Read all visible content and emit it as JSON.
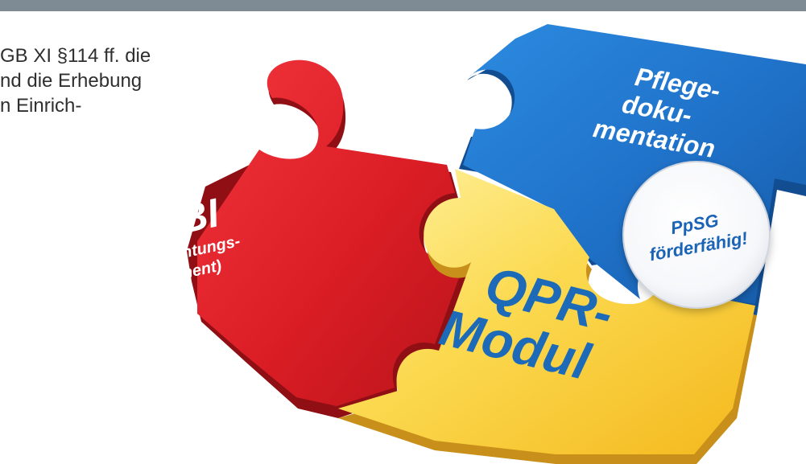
{
  "intro_text": {
    "line1": "GB XI §114 ff. die",
    "line2": "nd die Erhebung",
    "line3": "n Einrich-"
  },
  "pieces": {
    "bi": {
      "title": "BI",
      "subtitle_line1": "(Begutachtungs-",
      "subtitle_line2": "instrument)"
    },
    "pflege": {
      "line1": "Pflege-",
      "line2": "doku-",
      "line3": "mentation"
    },
    "qpr": {
      "line1": "QPR-",
      "line2": "Modul"
    }
  },
  "badge": {
    "line1": "PpSG",
    "line2": "förderfähig!"
  },
  "colors": {
    "top_bar": "#7e8b94",
    "red_piece": "#d71a20",
    "blue_piece": "#1f6fc4",
    "yellow_piece": "#f6d24a",
    "badge_text": "#1a63b6"
  }
}
